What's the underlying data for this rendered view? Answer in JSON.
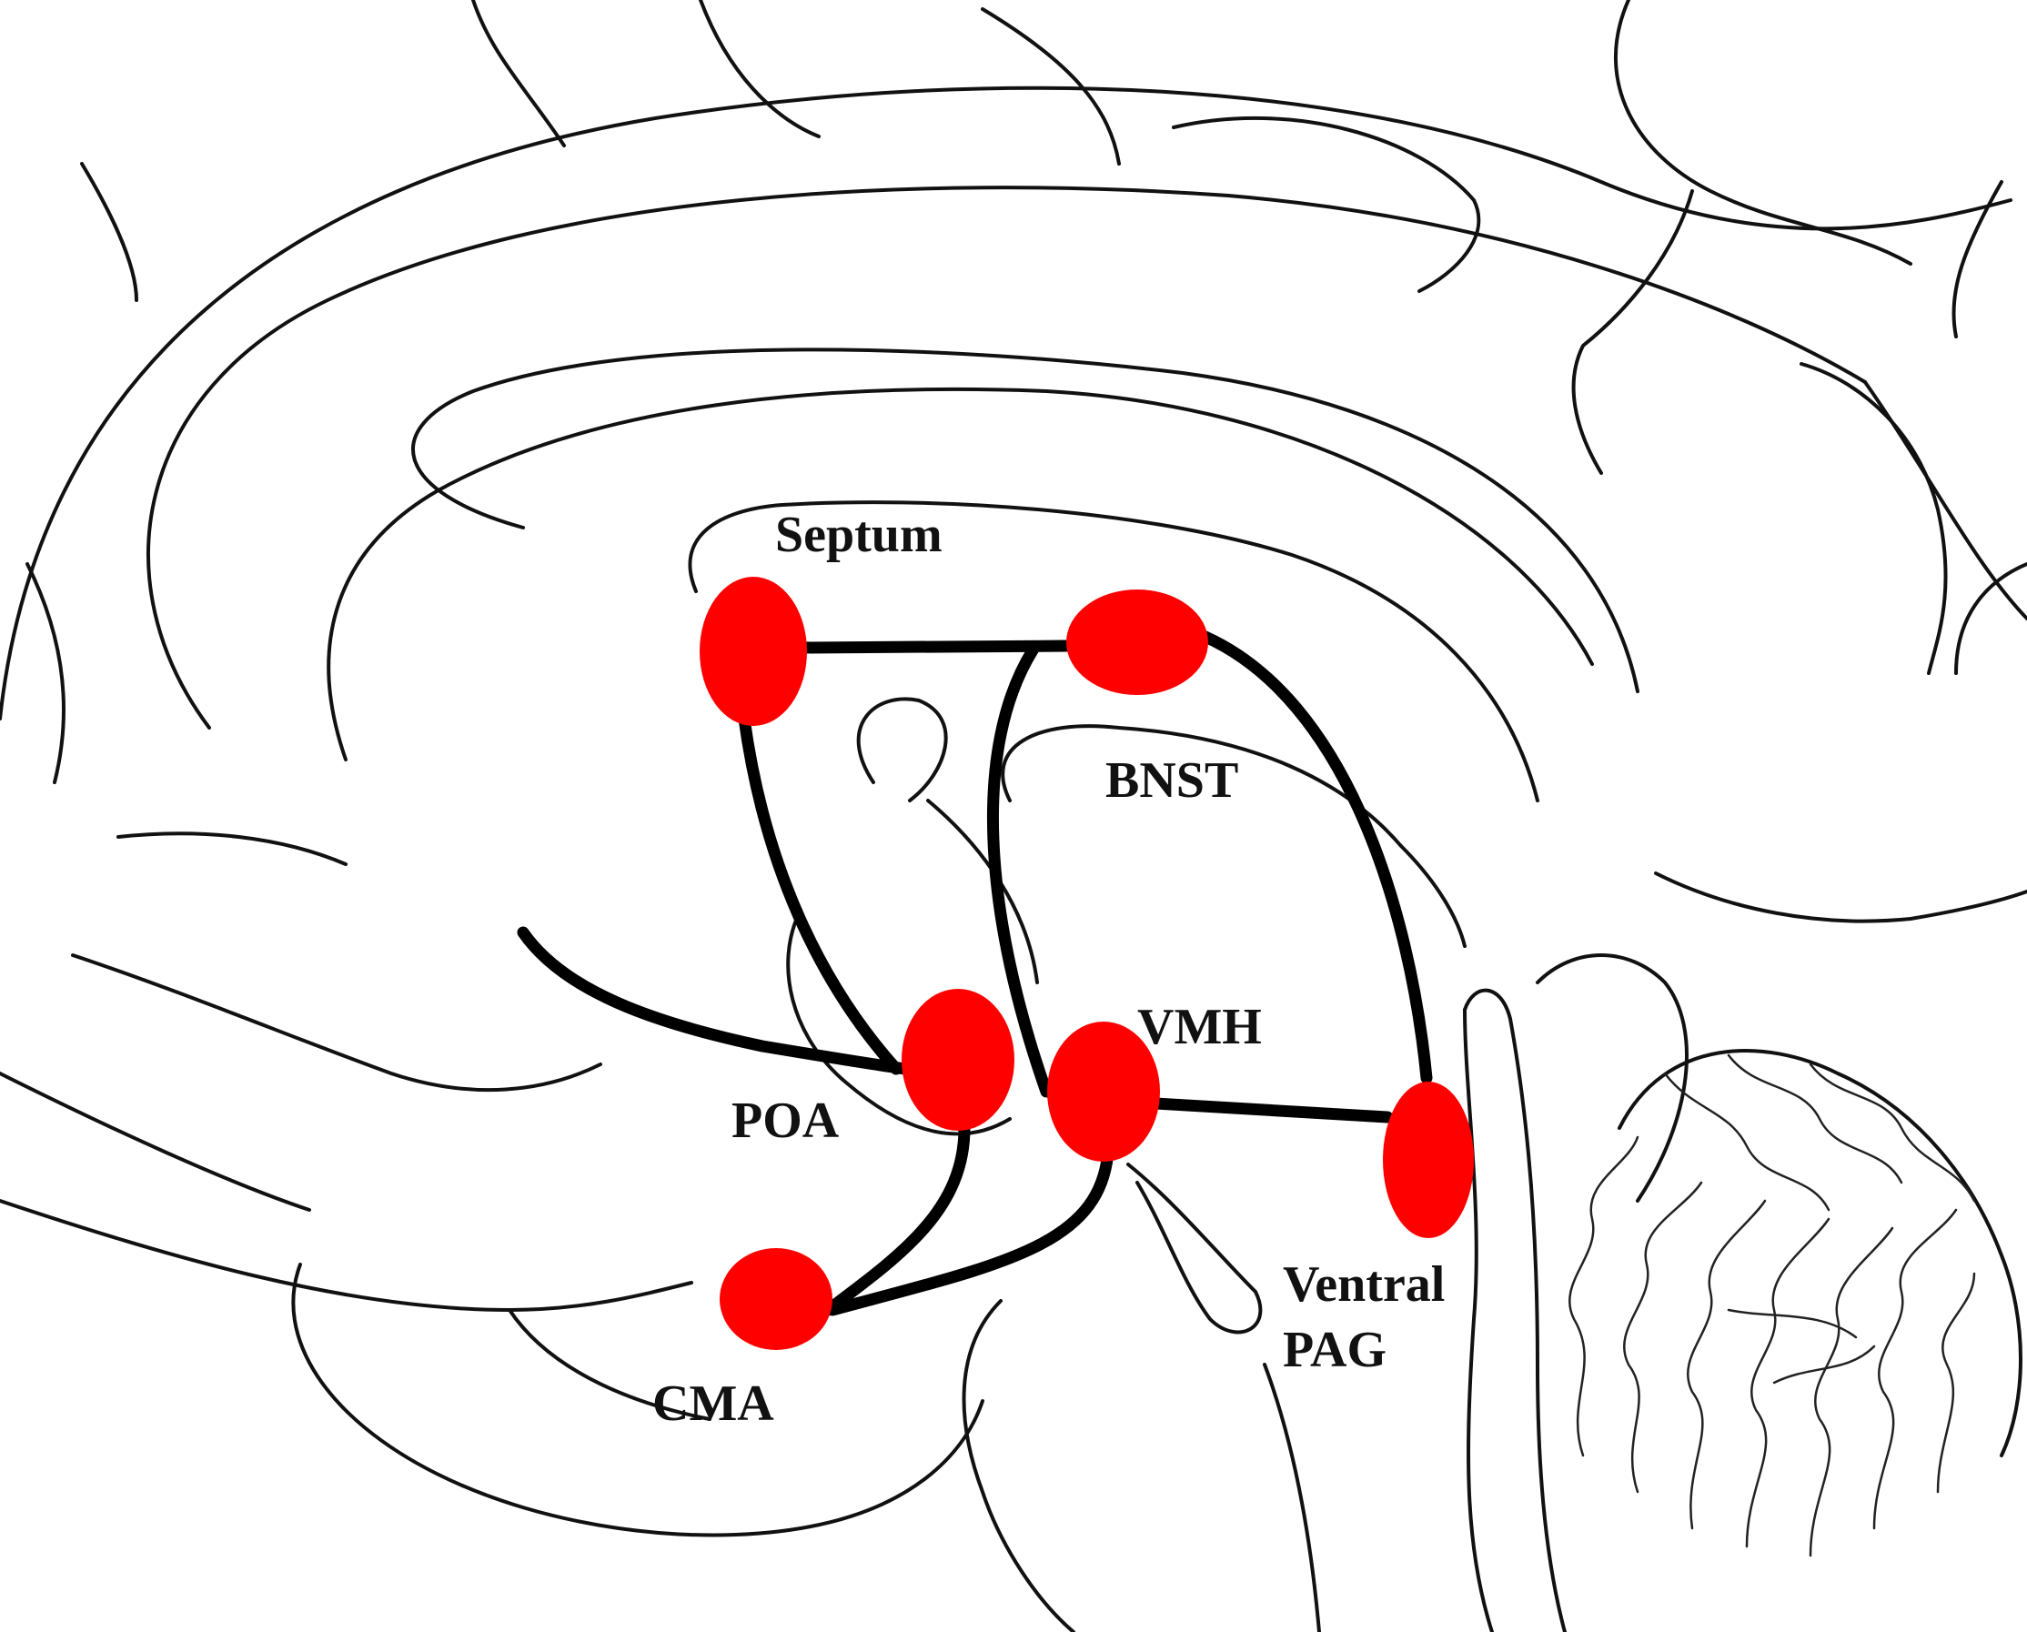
{
  "colors": {
    "nucleus_fill": "#ff0000",
    "pathway_stroke": "#000000",
    "outline_stroke": "#111111",
    "background": "#ffffff"
  },
  "nuclei": [
    {
      "id": "septum",
      "label": "Septum"
    },
    {
      "id": "bnst",
      "label": "BNST"
    },
    {
      "id": "poa",
      "label": "POA"
    },
    {
      "id": "vmh",
      "label": "VMH"
    },
    {
      "id": "cma",
      "label": "CMA"
    },
    {
      "id": "vpag",
      "label": "Ventral PAG"
    }
  ],
  "labels": {
    "septum": "Septum",
    "bnst": "BNST",
    "poa": "POA",
    "vmh": "VMH",
    "cma": "CMA",
    "vpag_line1": "Ventral",
    "vpag_line2": "PAG"
  },
  "connections": [
    [
      "septum",
      "bnst"
    ],
    [
      "septum",
      "poa"
    ],
    [
      "bnst",
      "vmh"
    ],
    [
      "bnst",
      "vpag"
    ],
    [
      "vmh",
      "vpag"
    ],
    [
      "poa",
      "cma"
    ],
    [
      "vmh",
      "cma"
    ]
  ]
}
